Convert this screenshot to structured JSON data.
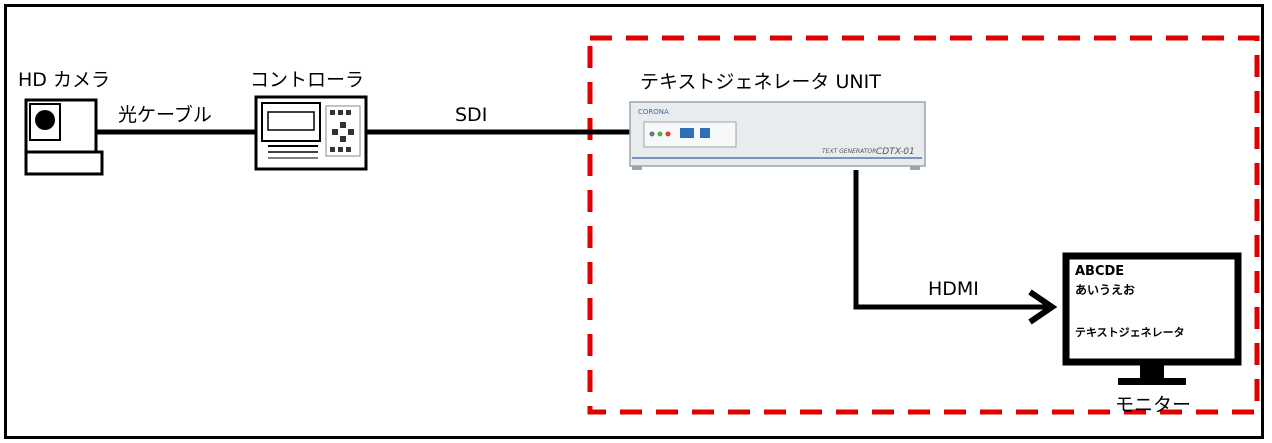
{
  "diagram": {
    "camera": {
      "label": "HD カメラ"
    },
    "fiber_cable": {
      "label": "光ケーブル"
    },
    "controller": {
      "label": "コントローラ"
    },
    "sdi_cable": {
      "label": "SDI"
    },
    "text_generator": {
      "label": "テキストジェネレータ UNIT",
      "brand": "CORONA",
      "panel_text": "TEXT GENERATOR",
      "model": "CDTX-01"
    },
    "hdmi_cable": {
      "label": "HDMI"
    },
    "monitor": {
      "label": "モニター",
      "screen_line1": "ABCDE",
      "screen_line2": "あいうえお",
      "screen_line3": "テキストジェネレータ"
    }
  },
  "colors": {
    "line": "#000000",
    "highlight_box": "#e00000",
    "device_body": "#e9ecef",
    "monitor_screen": "#ffffff"
  }
}
